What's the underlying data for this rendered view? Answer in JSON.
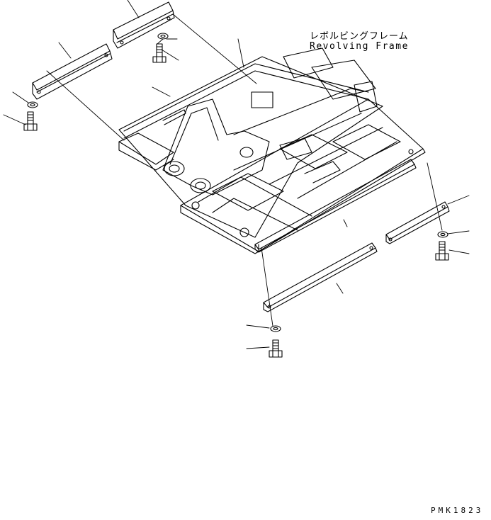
{
  "labels": {
    "title_jp": "レボルビングフレーム",
    "title_en": "Revolving Frame",
    "drawing_code": "PMK1823"
  },
  "colors": {
    "ink": "#000000",
    "paper": "#ffffff"
  }
}
